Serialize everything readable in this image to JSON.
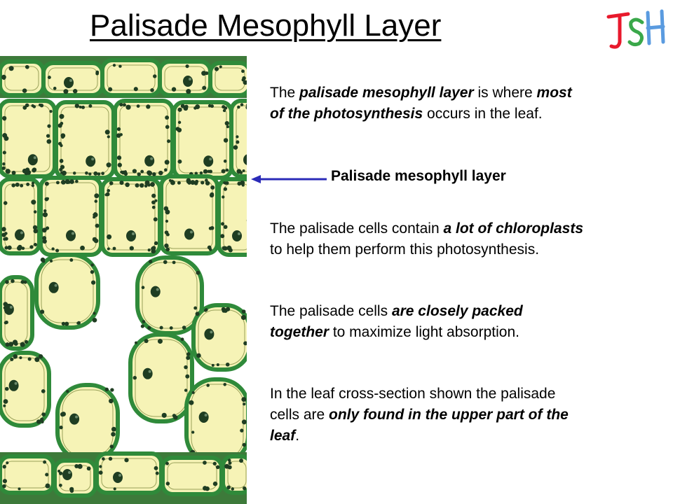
{
  "slide": {
    "title": "Palisade Mesophyll Layer",
    "logo_text": "JSH",
    "label": "Palisade mesophyll layer",
    "paragraphs": [
      {
        "runs": [
          {
            "t": "The "
          },
          {
            "t": "palisade mesophyll layer",
            "e": true
          },
          {
            "t": " is where "
          },
          {
            "t": "most of the photosynthesis",
            "e": true
          },
          {
            "t": " occurs in the leaf."
          }
        ]
      },
      {
        "runs": [
          {
            "t": "The palisade cells contain "
          },
          {
            "t": "a lot of chloroplasts",
            "e": true
          },
          {
            "t": " to help them perform this photosynthesis."
          }
        ]
      },
      {
        "runs": [
          {
            "t": "The palisade cells "
          },
          {
            "t": "are closely packed together",
            "e": true
          },
          {
            "t": " to maximize light absorption."
          }
        ]
      },
      {
        "runs": [
          {
            "t": "In the leaf cross-section shown the palisade cells are "
          },
          {
            "t": "only found in the upper part of the leaf",
            "e": true
          },
          {
            "t": "."
          }
        ]
      }
    ]
  },
  "colors": {
    "arrow": "#2b2bb8",
    "cell_wall": "#2f8a3a",
    "cytoplasm": "#f6f3b6",
    "chloroplast": "#1f3d22",
    "logo_j": "#e8192c",
    "logo_s": "#3aa84a",
    "logo_h": "#5a9be0"
  }
}
